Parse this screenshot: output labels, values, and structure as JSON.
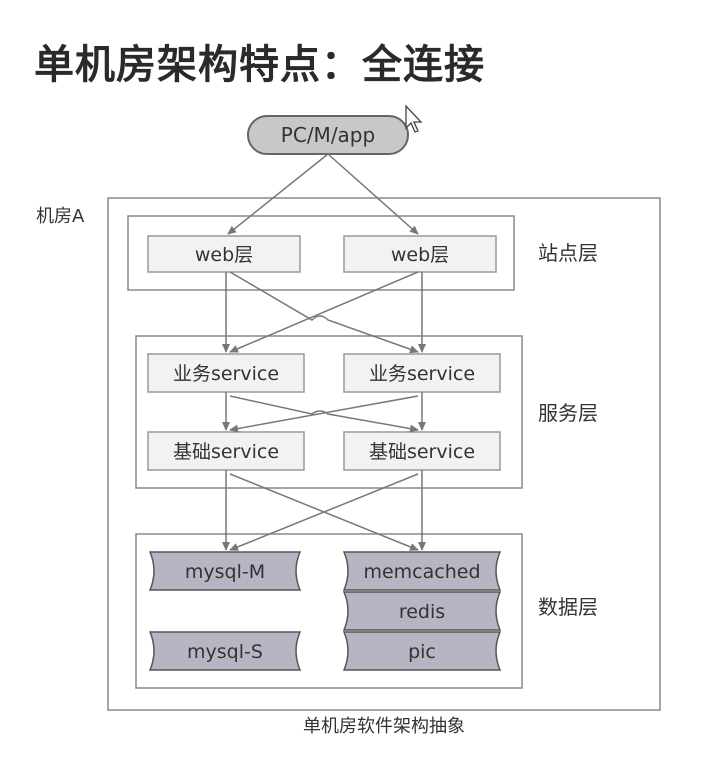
{
  "title": "单机房架构特点：全连接",
  "client": "PC/M/app",
  "room_label": "机房A",
  "layers": {
    "site": "站点层",
    "service": "服务层",
    "data": "数据层"
  },
  "web_boxes": [
    "web层",
    "web层"
  ],
  "biz_services": [
    "业务service",
    "业务service"
  ],
  "base_services": [
    "基础service",
    "基础service"
  ],
  "data_stores": {
    "mysql_m": "mysql-M",
    "mysql_s": "mysql-S",
    "memcached": "memcached",
    "redis": "redis",
    "pic": "pic"
  },
  "caption": "单机房软件架构抽象",
  "colors": {
    "box_fill": "#f2f2f2",
    "store_fill": "#b7b4c4",
    "client_fill": "#c8c8c8",
    "line": "#777777"
  }
}
